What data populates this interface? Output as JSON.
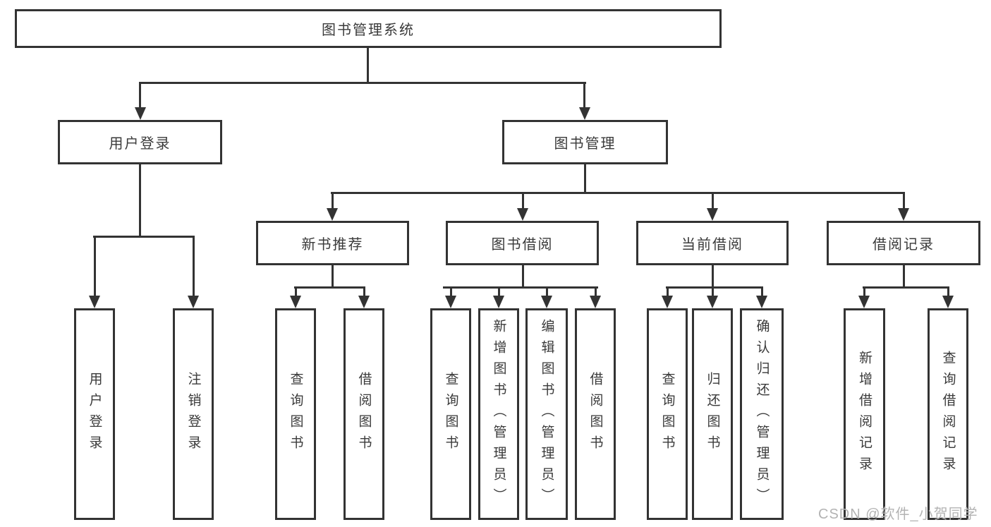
{
  "nodes": {
    "root": "图书管理系统",
    "user_login": "用户登录",
    "book_mgmt": "图书管理",
    "new_books": "新书推荐",
    "borrowing": "图书借阅",
    "current": "当前借阅",
    "records": "借阅记录"
  },
  "leaves": [
    "用户登录",
    "注销登录",
    "查询图书",
    "借阅图书",
    "查询图书",
    "新增图书（管理员）",
    "编辑图书（管理员）",
    "借阅图书",
    "查询图书",
    "归还图书",
    "确认归还（管理员）",
    "新增借阅记录",
    "查询借阅记录"
  ],
  "watermark": "CSDN @软件_小贺同学",
  "colors": {
    "line": "#333333",
    "text": "#3a3a3a",
    "watermark": "#b3b3b3",
    "background": "#ffffff"
  }
}
